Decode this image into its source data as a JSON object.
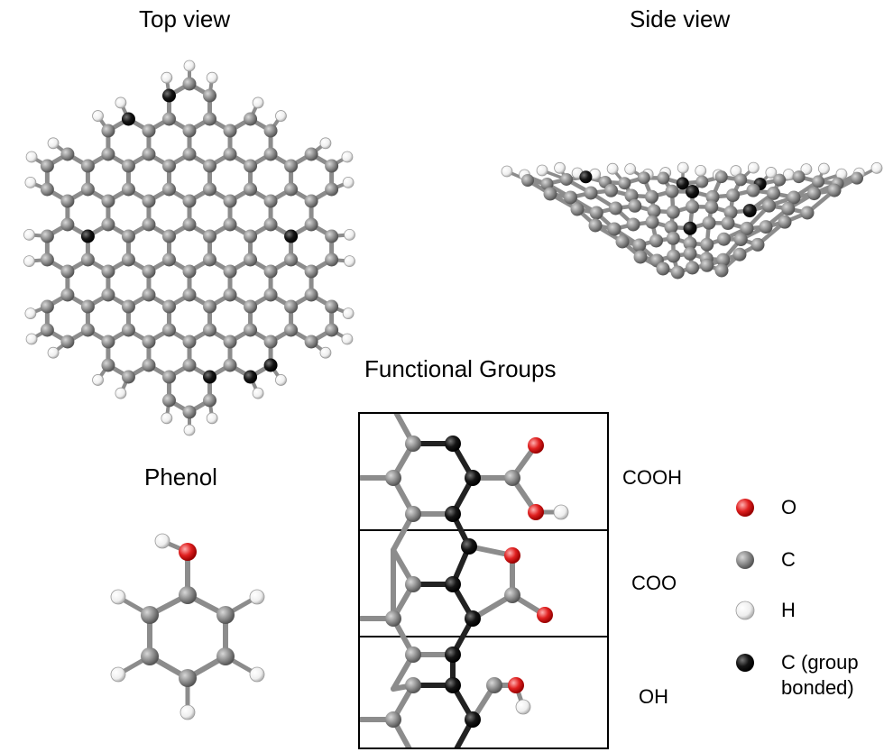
{
  "labels": {
    "top_view": "Top view",
    "side_view": "Side view",
    "functional_groups": "Functional Groups",
    "phenol": "Phenol"
  },
  "groups": [
    "COOH",
    "COO",
    "OH"
  ],
  "legend": [
    {
      "label": "O",
      "color": "#e02020"
    },
    {
      "label": "C",
      "color": "#8a8a8a"
    },
    {
      "label": "H",
      "color": "#f2f2f2"
    },
    {
      "label": "C (group\nbonded)",
      "color": "#111111"
    }
  ],
  "colors": {
    "oxygen": "#e02020",
    "carbon": "#8a8a8a",
    "hydrogen": "#f2f2f2",
    "carbon_group": "#111111",
    "bond": "#8c8c8c",
    "bond_dark": "#1a1a1a"
  }
}
